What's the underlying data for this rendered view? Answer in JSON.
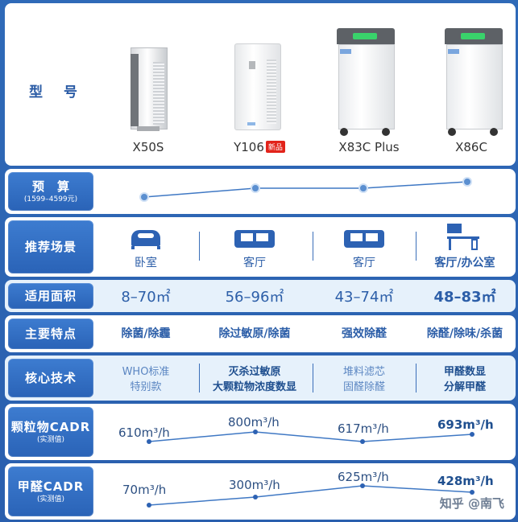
{
  "models": {
    "row_label": "型号",
    "items": [
      {
        "name": "X50S",
        "badge": ""
      },
      {
        "name": "Y106",
        "badge": "新品"
      },
      {
        "name": "X83C Plus",
        "badge": ""
      },
      {
        "name": "X86C",
        "badge": ""
      }
    ]
  },
  "budget": {
    "label": "预算",
    "sub": "(1599–4599元)"
  },
  "scenes": {
    "label": "推荐场景",
    "items": [
      "卧室",
      "客厅",
      "客厅",
      "客厅/办公室"
    ]
  },
  "area": {
    "label": "适用面积",
    "items": [
      "8–70㎡",
      "56–96㎡",
      "43–74㎡",
      "48–83㎡"
    ]
  },
  "features": {
    "label": "主要特点",
    "items": [
      "除菌/除霾",
      "除过敏原/除菌",
      "强效除醛",
      "除醛/除味/杀菌"
    ]
  },
  "tech": {
    "label": "核心技术",
    "items": [
      {
        "line1": "WHO标准",
        "line2": "特别款"
      },
      {
        "line1": "灭杀过敏原",
        "line2": "大颗粒物浓度数显"
      },
      {
        "line1": "堆料滤芯",
        "line2": "固醛除醛"
      },
      {
        "line1": "甲醛数显",
        "line2": "分解甲醛"
      }
    ]
  },
  "particle_cadr": {
    "label": "颗粒物CADR",
    "sub": "(实测值)",
    "items": [
      "610m³/h",
      "800m³/h",
      "617m³/h",
      "693m³/h"
    ],
    "values": [
      610,
      800,
      617,
      693
    ]
  },
  "formaldehyde_cadr": {
    "label": "甲醛CADR",
    "sub": "(实测值)",
    "items": [
      "70m³/h",
      "300m³/h",
      "625m³/h",
      "428m³/h"
    ],
    "values": [
      70,
      300,
      625,
      428
    ]
  },
  "watermark": "知乎 @南飞",
  "colors": {
    "accent": "#2c63b2",
    "line": "#3f78c4",
    "badge": "#e2231a"
  }
}
